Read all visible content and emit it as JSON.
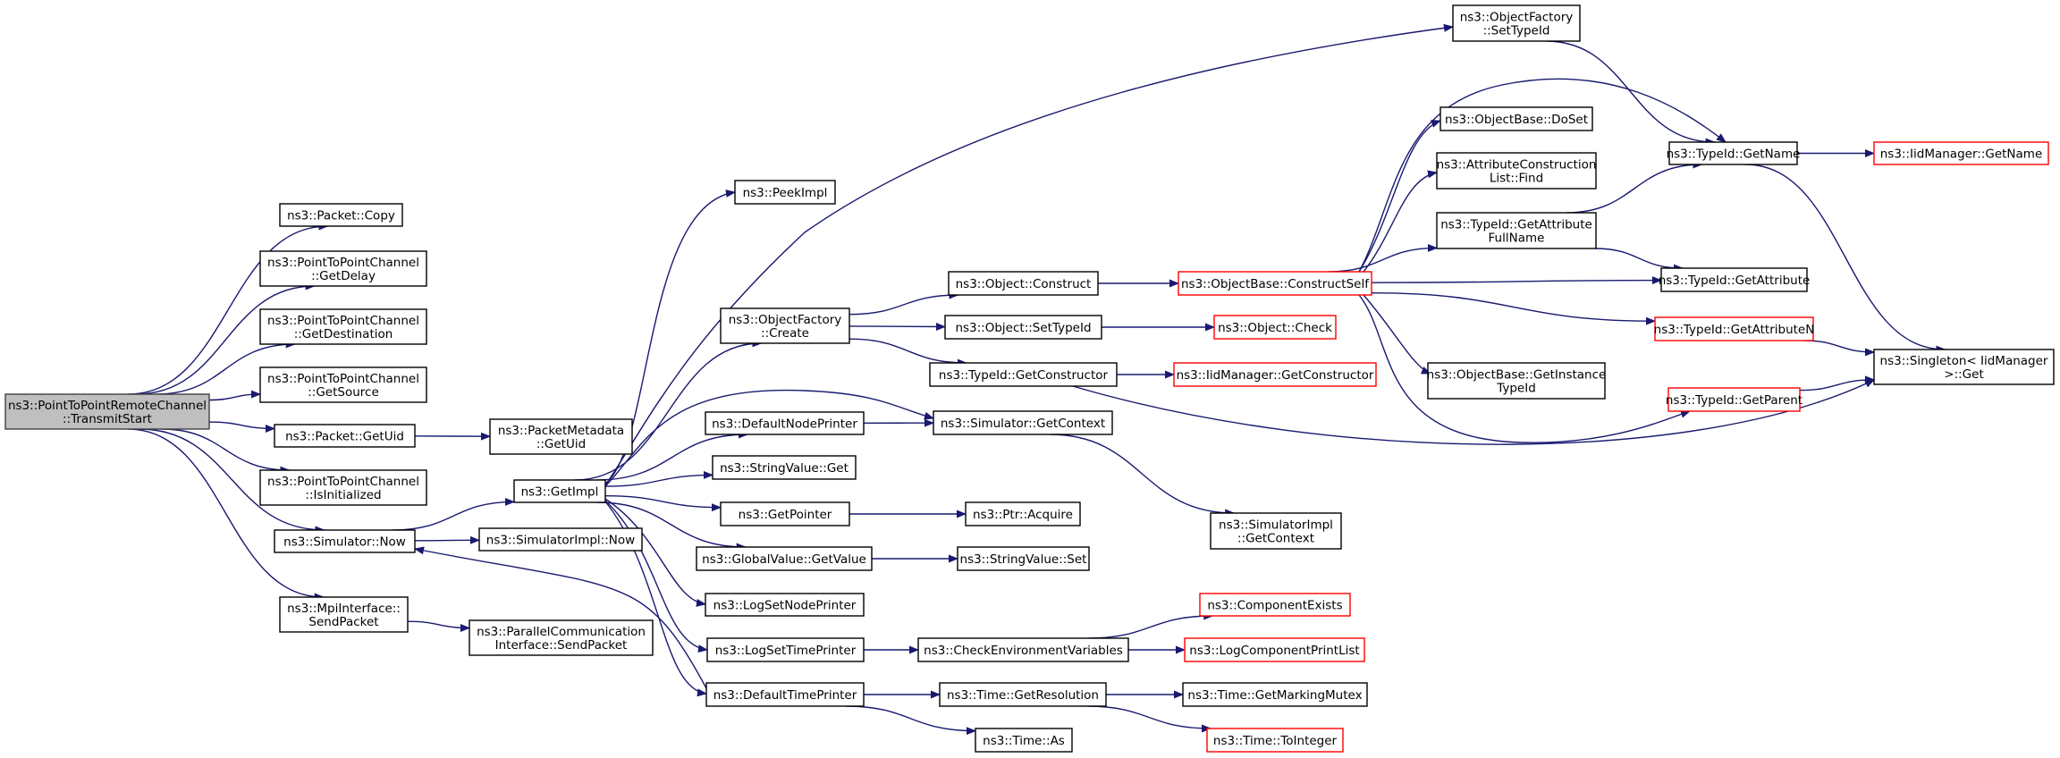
{
  "diagram": {
    "type": "call-graph",
    "colors": {
      "edge": "#191970",
      "root_fill": "#bfbfbf",
      "node_border": "#000000",
      "incomplete_border": "#ff0000"
    },
    "nodes": [
      {
        "id": "root",
        "lines": [
          "ns3::PointToPointRemoteChannel",
          "::TransmitStart"
        ],
        "style": "root"
      },
      {
        "id": "pkt_copy",
        "lines": [
          "ns3::Packet::Copy"
        ]
      },
      {
        "id": "p2p_delay",
        "lines": [
          "ns3::PointToPointChannel",
          "::GetDelay"
        ]
      },
      {
        "id": "p2p_dest",
        "lines": [
          "ns3::PointToPointChannel",
          "::GetDestination"
        ]
      },
      {
        "id": "p2p_src",
        "lines": [
          "ns3::PointToPointChannel",
          "::GetSource"
        ]
      },
      {
        "id": "pkt_uid",
        "lines": [
          "ns3::Packet::GetUid"
        ]
      },
      {
        "id": "p2p_init",
        "lines": [
          "ns3::PointToPointChannel",
          "::IsInitialized"
        ]
      },
      {
        "id": "sim_now",
        "lines": [
          "ns3::Simulator::Now"
        ]
      },
      {
        "id": "mpi_send",
        "lines": [
          "ns3::MpiInterface::",
          "SendPacket"
        ]
      },
      {
        "id": "meta_uid",
        "lines": [
          "ns3::PacketMetadata",
          "::GetUid"
        ]
      },
      {
        "id": "getimpl",
        "lines": [
          "ns3::GetImpl"
        ]
      },
      {
        "id": "simimpl_now",
        "lines": [
          "ns3::SimulatorImpl::Now"
        ]
      },
      {
        "id": "pci_send",
        "lines": [
          "ns3::ParallelCommunication",
          "Interface::SendPacket"
        ]
      },
      {
        "id": "peekimpl",
        "lines": [
          "ns3::PeekImpl"
        ]
      },
      {
        "id": "of_create",
        "lines": [
          "ns3::ObjectFactory",
          "::Create"
        ]
      },
      {
        "id": "def_node_printer",
        "lines": [
          "ns3::DefaultNodePrinter"
        ]
      },
      {
        "id": "strval_get",
        "lines": [
          "ns3::StringValue::Get"
        ]
      },
      {
        "id": "getpointer",
        "lines": [
          "ns3::GetPointer"
        ]
      },
      {
        "id": "gv_getvalue",
        "lines": [
          "ns3::GlobalValue::GetValue"
        ]
      },
      {
        "id": "log_set_node",
        "lines": [
          "ns3::LogSetNodePrinter"
        ]
      },
      {
        "id": "log_set_time",
        "lines": [
          "ns3::LogSetTimePrinter"
        ]
      },
      {
        "id": "def_time_printer",
        "lines": [
          "ns3::DefaultTimePrinter"
        ]
      },
      {
        "id": "obj_construct",
        "lines": [
          "ns3::Object::Construct"
        ]
      },
      {
        "id": "obj_settypeid",
        "lines": [
          "ns3::Object::SetTypeId"
        ]
      },
      {
        "id": "tid_getctor",
        "lines": [
          "ns3::TypeId::GetConstructor"
        ]
      },
      {
        "id": "sim_getctx",
        "lines": [
          "ns3::Simulator::GetContext"
        ]
      },
      {
        "id": "ptr_acquire",
        "lines": [
          "ns3::Ptr::Acquire"
        ]
      },
      {
        "id": "strval_set",
        "lines": [
          "ns3::StringValue::Set"
        ]
      },
      {
        "id": "check_env",
        "lines": [
          "ns3::CheckEnvironmentVariables"
        ]
      },
      {
        "id": "time_getres",
        "lines": [
          "ns3::Time::GetResolution"
        ]
      },
      {
        "id": "time_as",
        "lines": [
          "ns3::Time::As"
        ]
      },
      {
        "id": "simimpl_getctx",
        "lines": [
          "ns3::SimulatorImpl",
          "::GetContext"
        ]
      },
      {
        "id": "ob_constructself",
        "lines": [
          "ns3::ObjectBase::ConstructSelf"
        ],
        "style": "red"
      },
      {
        "id": "obj_check",
        "lines": [
          "ns3::Object::Check"
        ],
        "style": "red"
      },
      {
        "id": "iid_getctor",
        "lines": [
          "ns3::IidManager::GetConstructor"
        ],
        "style": "red"
      },
      {
        "id": "comp_exists",
        "lines": [
          "ns3::ComponentExists"
        ],
        "style": "red"
      },
      {
        "id": "log_comp_print",
        "lines": [
          "ns3::LogComponentPrintList"
        ],
        "style": "red"
      },
      {
        "id": "time_getmutex",
        "lines": [
          "ns3::Time::GetMarkingMutex"
        ]
      },
      {
        "id": "time_tointeger",
        "lines": [
          "ns3::Time::ToInteger"
        ],
        "style": "red"
      },
      {
        "id": "of_settypeid",
        "lines": [
          "ns3::ObjectFactory",
          "::SetTypeId"
        ]
      },
      {
        "id": "ob_doset",
        "lines": [
          "ns3::ObjectBase::DoSet"
        ]
      },
      {
        "id": "acl_find",
        "lines": [
          "ns3::AttributeConstruction",
          "List::Find"
        ]
      },
      {
        "id": "tid_getattr_full",
        "lines": [
          "ns3::TypeId::GetAttribute",
          "FullName"
        ]
      },
      {
        "id": "ob_getinstance",
        "lines": [
          "ns3::ObjectBase::GetInstance",
          "TypeId"
        ]
      },
      {
        "id": "tid_getname",
        "lines": [
          "ns3::TypeId::GetName"
        ]
      },
      {
        "id": "tid_getattr",
        "lines": [
          "ns3::TypeId::GetAttribute"
        ]
      },
      {
        "id": "tid_getattrn",
        "lines": [
          "ns3::TypeId::GetAttributeN"
        ],
        "style": "red"
      },
      {
        "id": "tid_getparent",
        "lines": [
          "ns3::TypeId::GetParent"
        ],
        "style": "red"
      },
      {
        "id": "iid_getname",
        "lines": [
          "ns3::IidManager::GetName"
        ],
        "style": "red"
      },
      {
        "id": "singleton_get",
        "lines": [
          "ns3::Singleton< IidManager",
          ">::Get"
        ]
      }
    ],
    "edges": [
      [
        "root",
        "pkt_copy"
      ],
      [
        "root",
        "p2p_delay"
      ],
      [
        "root",
        "p2p_dest"
      ],
      [
        "root",
        "p2p_src"
      ],
      [
        "root",
        "pkt_uid"
      ],
      [
        "root",
        "p2p_init"
      ],
      [
        "root",
        "sim_now"
      ],
      [
        "root",
        "mpi_send"
      ],
      [
        "pkt_uid",
        "meta_uid"
      ],
      [
        "sim_now",
        "getimpl"
      ],
      [
        "sim_now",
        "simimpl_now"
      ],
      [
        "mpi_send",
        "pci_send"
      ],
      [
        "getimpl",
        "peekimpl"
      ],
      [
        "getimpl",
        "of_create"
      ],
      [
        "getimpl",
        "def_node_printer"
      ],
      [
        "getimpl",
        "strval_get"
      ],
      [
        "getimpl",
        "getpointer"
      ],
      [
        "getimpl",
        "gv_getvalue"
      ],
      [
        "getimpl",
        "log_set_node"
      ],
      [
        "getimpl",
        "log_set_time"
      ],
      [
        "getimpl",
        "def_time_printer"
      ],
      [
        "getimpl",
        "of_settypeid"
      ],
      [
        "getimpl",
        "sim_getctx"
      ],
      [
        "of_create",
        "obj_construct"
      ],
      [
        "of_create",
        "obj_settypeid"
      ],
      [
        "of_create",
        "tid_getctor"
      ],
      [
        "def_node_printer",
        "sim_getctx"
      ],
      [
        "getpointer",
        "ptr_acquire"
      ],
      [
        "gv_getvalue",
        "strval_set"
      ],
      [
        "log_set_time",
        "check_env"
      ],
      [
        "def_time_printer",
        "time_getres"
      ],
      [
        "def_time_printer",
        "time_as"
      ],
      [
        "def_time_printer",
        "sim_now"
      ],
      [
        "obj_construct",
        "ob_constructself"
      ],
      [
        "obj_settypeid",
        "obj_check"
      ],
      [
        "tid_getctor",
        "iid_getctor"
      ],
      [
        "tid_getctor",
        "singleton_get"
      ],
      [
        "sim_getctx",
        "simimpl_getctx"
      ],
      [
        "check_env",
        "comp_exists"
      ],
      [
        "check_env",
        "log_comp_print"
      ],
      [
        "time_getres",
        "time_getmutex"
      ],
      [
        "time_getres",
        "time_tointeger"
      ],
      [
        "of_settypeid",
        "tid_getname"
      ],
      [
        "ob_constructself",
        "ob_doset"
      ],
      [
        "ob_constructself",
        "acl_find"
      ],
      [
        "ob_constructself",
        "tid_getattr_full"
      ],
      [
        "ob_constructself",
        "ob_getinstance"
      ],
      [
        "ob_constructself",
        "tid_getname"
      ],
      [
        "ob_constructself",
        "tid_getattr"
      ],
      [
        "ob_constructself",
        "tid_getattrn"
      ],
      [
        "ob_constructself",
        "tid_getparent"
      ],
      [
        "tid_getattr_full",
        "tid_getname"
      ],
      [
        "tid_getattr_full",
        "tid_getattr"
      ],
      [
        "tid_getname",
        "iid_getname"
      ],
      [
        "tid_getname",
        "singleton_get"
      ],
      [
        "tid_getattrn",
        "singleton_get"
      ],
      [
        "tid_getparent",
        "singleton_get"
      ]
    ]
  }
}
